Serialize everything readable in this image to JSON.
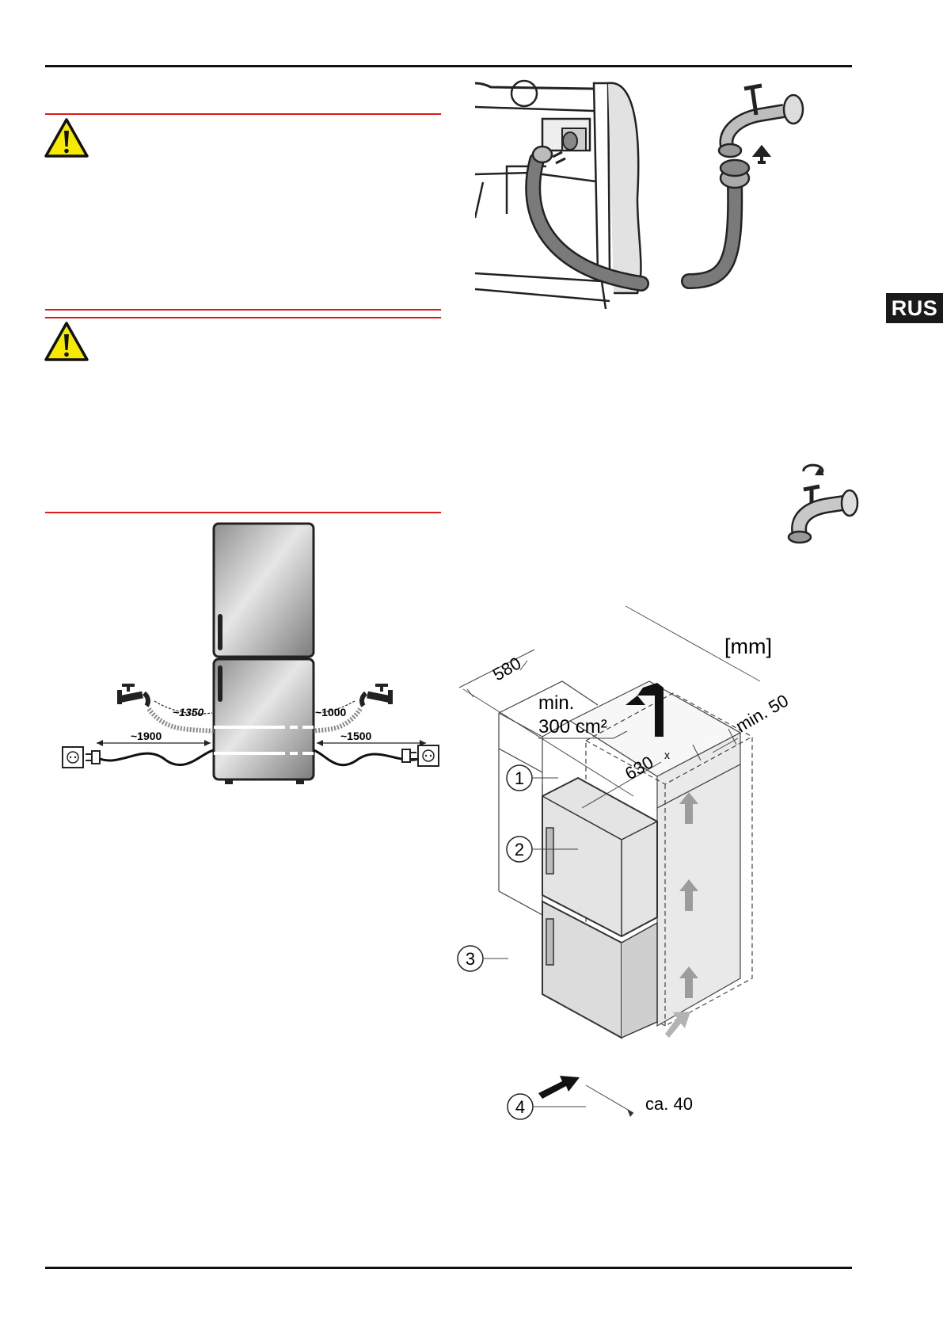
{
  "lang_tab": "RUS",
  "colors": {
    "warning_rule": "#e0191b",
    "warning_fill": "#f6ea00",
    "rule": "#111111"
  },
  "icons": [
    "warning-triangle-icon",
    "warning-triangle-icon",
    "water-tap-icon",
    "power-socket-icon",
    "power-plug-icon",
    "tap-turn-icon"
  ],
  "placement_figure": {
    "hose_left": "~1350",
    "hose_right": "~1000",
    "cable_left": "~1900",
    "cable_right": "~1500"
  },
  "install_figure": {
    "unit": "[mm]",
    "depth": "580",
    "vent_min": "min.",
    "vent_area": "300 cm²",
    "gap_min": "min. 50",
    "width": "630",
    "width_mark": "x",
    "bottom_gap": "ca. 40",
    "callouts": [
      "1",
      "2",
      "3",
      "4"
    ]
  }
}
